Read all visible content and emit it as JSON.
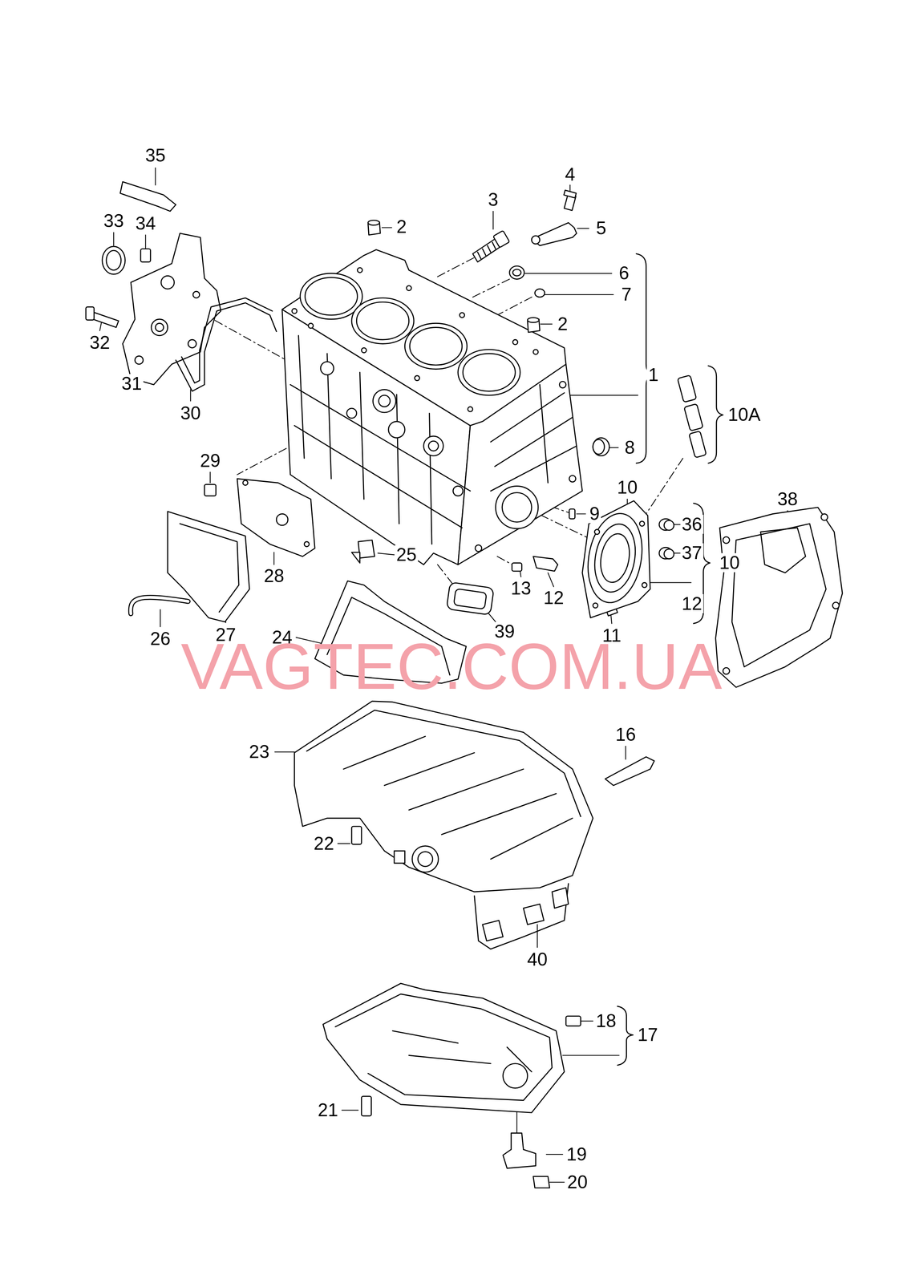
{
  "diagram": {
    "labels": [
      "35",
      "4",
      "3",
      "2",
      "33",
      "34",
      "5",
      "6",
      "7",
      "2",
      "32",
      "1",
      "31",
      "10A",
      "30",
      "8",
      "29",
      "10",
      "38",
      "9",
      "36",
      "25",
      "37",
      "10",
      "28",
      "13",
      "12",
      "12",
      "11",
      "39",
      "26",
      "27",
      "24",
      "VAGTEC.COM.UA",
      "16",
      "23",
      "22",
      "40",
      "18",
      "17",
      "19",
      "21",
      "20"
    ]
  }
}
